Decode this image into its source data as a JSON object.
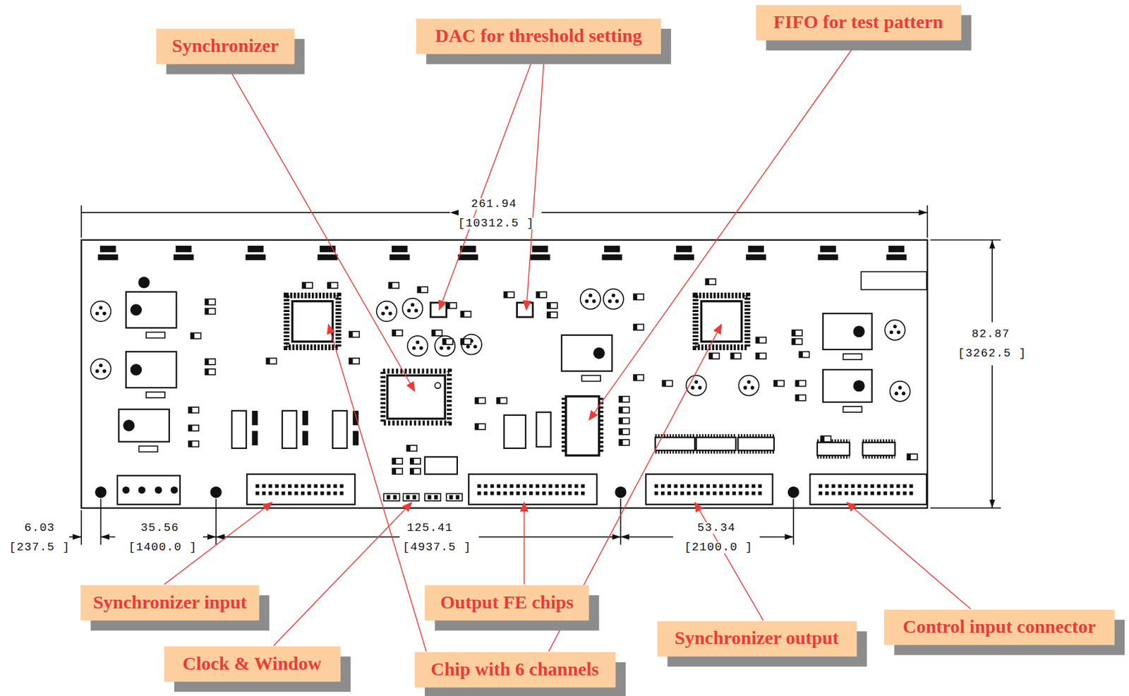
{
  "diagram": {
    "nodes": [
      {
        "text": [
          "Synchronizer"
        ]
      },
      {
        "text": [
          "DAC for threshold setting"
        ]
      },
      {
        "text": [
          "FIFO for test pattern"
        ]
      },
      {
        "text": [
          "Synchronizer input"
        ]
      },
      {
        "text": [
          "Output FE chips"
        ]
      },
      {
        "text": [
          "Control input connector"
        ]
      },
      {
        "text": [
          "Synchronizer output"
        ]
      },
      {
        "text": [
          "Clock & Window"
        ]
      },
      {
        "text": [
          "Chip with 6 channels"
        ]
      }
    ],
    "labels": [
      "261.94",
      "[10312.5 ]",
      "82.87",
      "[3262.5 ]",
      "6.03",
      "[237.5 ]",
      "35.56",
      "[1400.0 ]",
      "125.41",
      "[4937.5 ]",
      "53.34",
      "[2100.0 ]"
    ]
  }
}
